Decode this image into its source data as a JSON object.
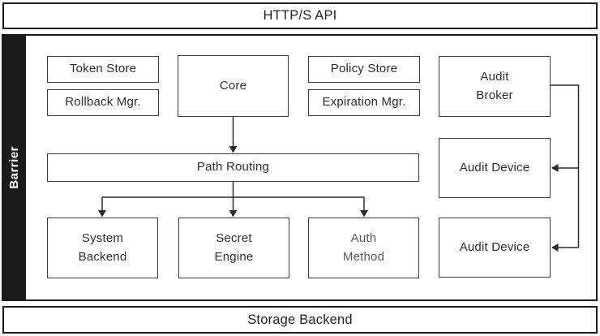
{
  "top_bar": {
    "label": "HTTP/S API"
  },
  "bottom_bar": {
    "label": "Storage Backend"
  },
  "barrier": {
    "label": "Barrier"
  },
  "boxes": {
    "token_store": "Token Store",
    "rollback_mgr": "Rollback Mgr.",
    "core": "Core",
    "policy_store": "Policy Store",
    "expiration_mgr": "Expiration Mgr.",
    "audit_broker": "Audit\nBroker",
    "path_routing": "Path Routing",
    "system_backend": "System\nBackend",
    "secret_engine": "Secret\nEngine",
    "auth_method": "Auth\nMethod",
    "audit_device_1": "Audit Device",
    "audit_device_2": "Audit Device"
  },
  "colors": {
    "background": "#ffffff",
    "outer_border": "#1c1c1c",
    "box_border": "#3d3d3d",
    "barrier_bg": "#1b1b1b",
    "barrier_text": "#ffffff",
    "text": "#2d2d2d",
    "muted_text": "#58595b",
    "arrow": "#2b2b2b"
  }
}
